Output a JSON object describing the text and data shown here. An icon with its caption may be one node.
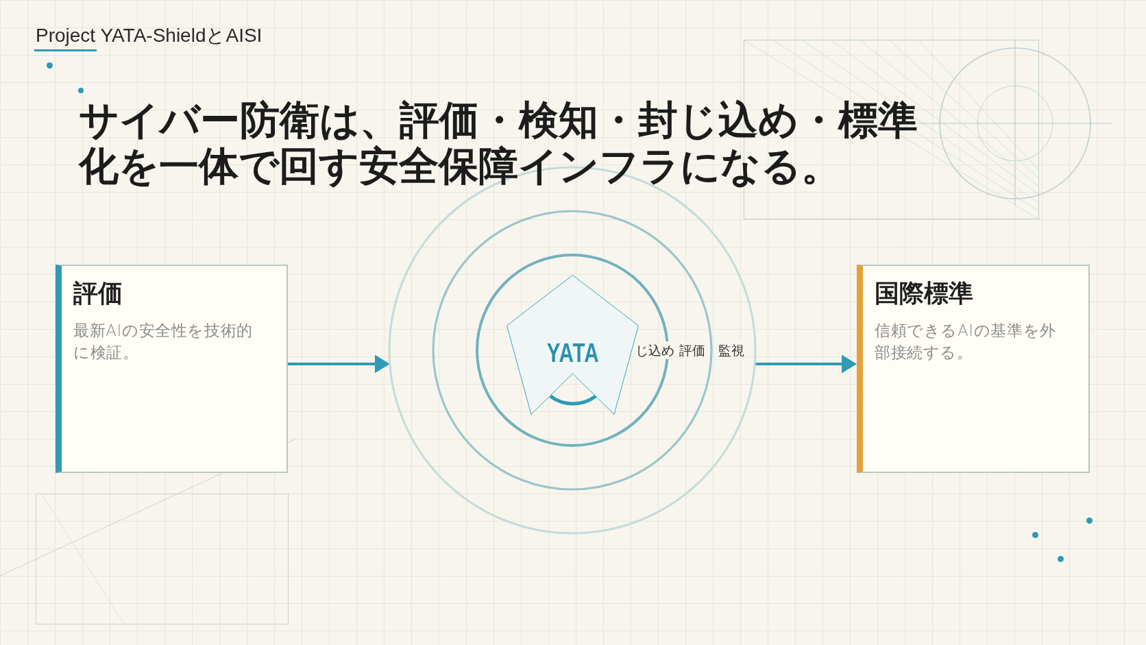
{
  "diagram": {
    "title": "サイバー防衛は、評価・検知・封じ込め・標準化を一体で回す安全保障インフラになる。",
    "nodes": [
      {
        "text": [
          "評価",
          "最新AIの安全性を技術的に検証。"
        ]
      },
      {
        "text": [],
        "shape": "circle"
      },
      {
        "text": [
          "YATA"
        ],
        "in": 1
      },
      {
        "text": [
          "国際標準",
          "信頼できるAIの基準を外部接続する。"
        ]
      }
    ],
    "edges": [
      {
        "from": 0,
        "to": 1,
        "arrow": "to"
      },
      {
        "from": 1,
        "to": 3,
        "arrow": "to"
      }
    ],
    "labels": [
      "Project YATA-ShieldとAISI",
      "じ込め",
      "評価",
      "監視"
    ]
  }
}
